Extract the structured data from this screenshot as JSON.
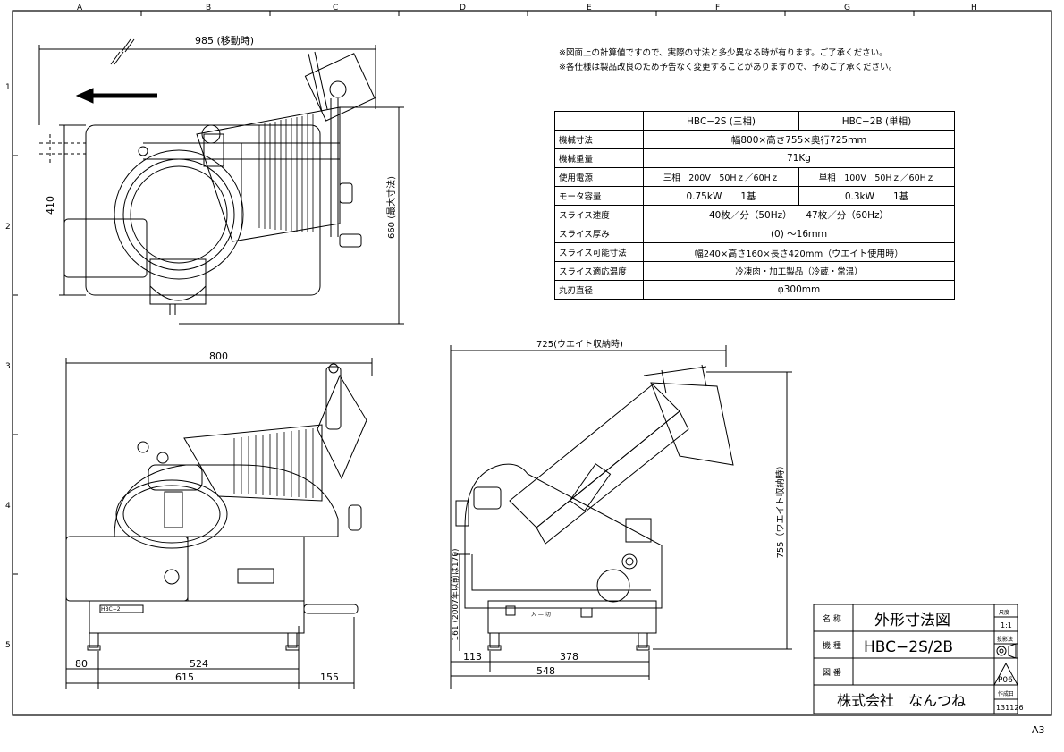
{
  "frame": {
    "columns": [
      "A",
      "B",
      "C",
      "D",
      "E",
      "F",
      "G",
      "H"
    ],
    "rows": [
      "1",
      "2",
      "3",
      "4",
      "5"
    ],
    "sheet_size": "A3"
  },
  "notes": [
    "※図面上の計算値ですので、実際の寸法と多少異なる時が有ります。ご了承ください。",
    "※各仕様は製品改良のため予告なく変更することがありますので、予めご了承ください。"
  ],
  "spec_table": {
    "headers": [
      "",
      "HBC−2S (三相)",
      "HBC−2B (単相)"
    ],
    "rows": [
      {
        "label": "機械寸法",
        "value": "幅800×高さ755×奥行725ｍｍ"
      },
      {
        "label": "機械重量",
        "value": "71Kg"
      },
      {
        "label": "使用電源",
        "s": "三相　200V　50Hｚ／60Hｚ",
        "b": "単相　100V　50Hｚ／60Hｚ"
      },
      {
        "label": "モータ容量",
        "s": "0.75kW　　1基",
        "b": "0.3kW　　1基"
      },
      {
        "label": "スライス速度",
        "value": "40枚／分（50Hz）　　47枚／分（60Hz）"
      },
      {
        "label": "スライス厚み",
        "value": "(0) ～16ｍｍ"
      },
      {
        "label": "スライス可能寸法",
        "value": "幅240×高さ160×長さ420mm（ウエイト使用時）"
      },
      {
        "label": "スライス適応温度",
        "value": "冷凍肉・加工製品（冷蔵・常温）"
      },
      {
        "label": "丸刃直径",
        "value": "φ300mm"
      }
    ]
  },
  "dimensions": {
    "top_width": "985 (移動時)",
    "top_height_left": "410",
    "top_height_right": "660 (最大寸法)",
    "front_width": "800",
    "front_bottom_80": "80",
    "front_bottom_524": "524",
    "front_bottom_615": "615",
    "front_bottom_155": "155",
    "side_top": "725(ウエイト収納時)",
    "side_height": "755（ウエイト収納時）",
    "side_low_height": "161 (2007年以前は170)",
    "side_bottom_113": "113",
    "side_bottom_378": "378",
    "side_bottom_548": "548"
  },
  "labels": {
    "nameplate": "HBC−2",
    "switch": "入 — 切"
  },
  "title_block": {
    "name_label": "名 称",
    "name_value": "外形寸法図",
    "model_label": "機 種",
    "model_value": "HBC−2S/2B",
    "drawing_label": "図 番",
    "drawing_value": "",
    "company": "株式会社　なんつね",
    "scale_label": "尺度",
    "scale_value": "1:1",
    "projection_label": "投影法",
    "page_code": "P06",
    "date_label": "作成日",
    "date_value": "131126"
  },
  "colors": {
    "line": "#000000",
    "background": "#ffffff"
  }
}
